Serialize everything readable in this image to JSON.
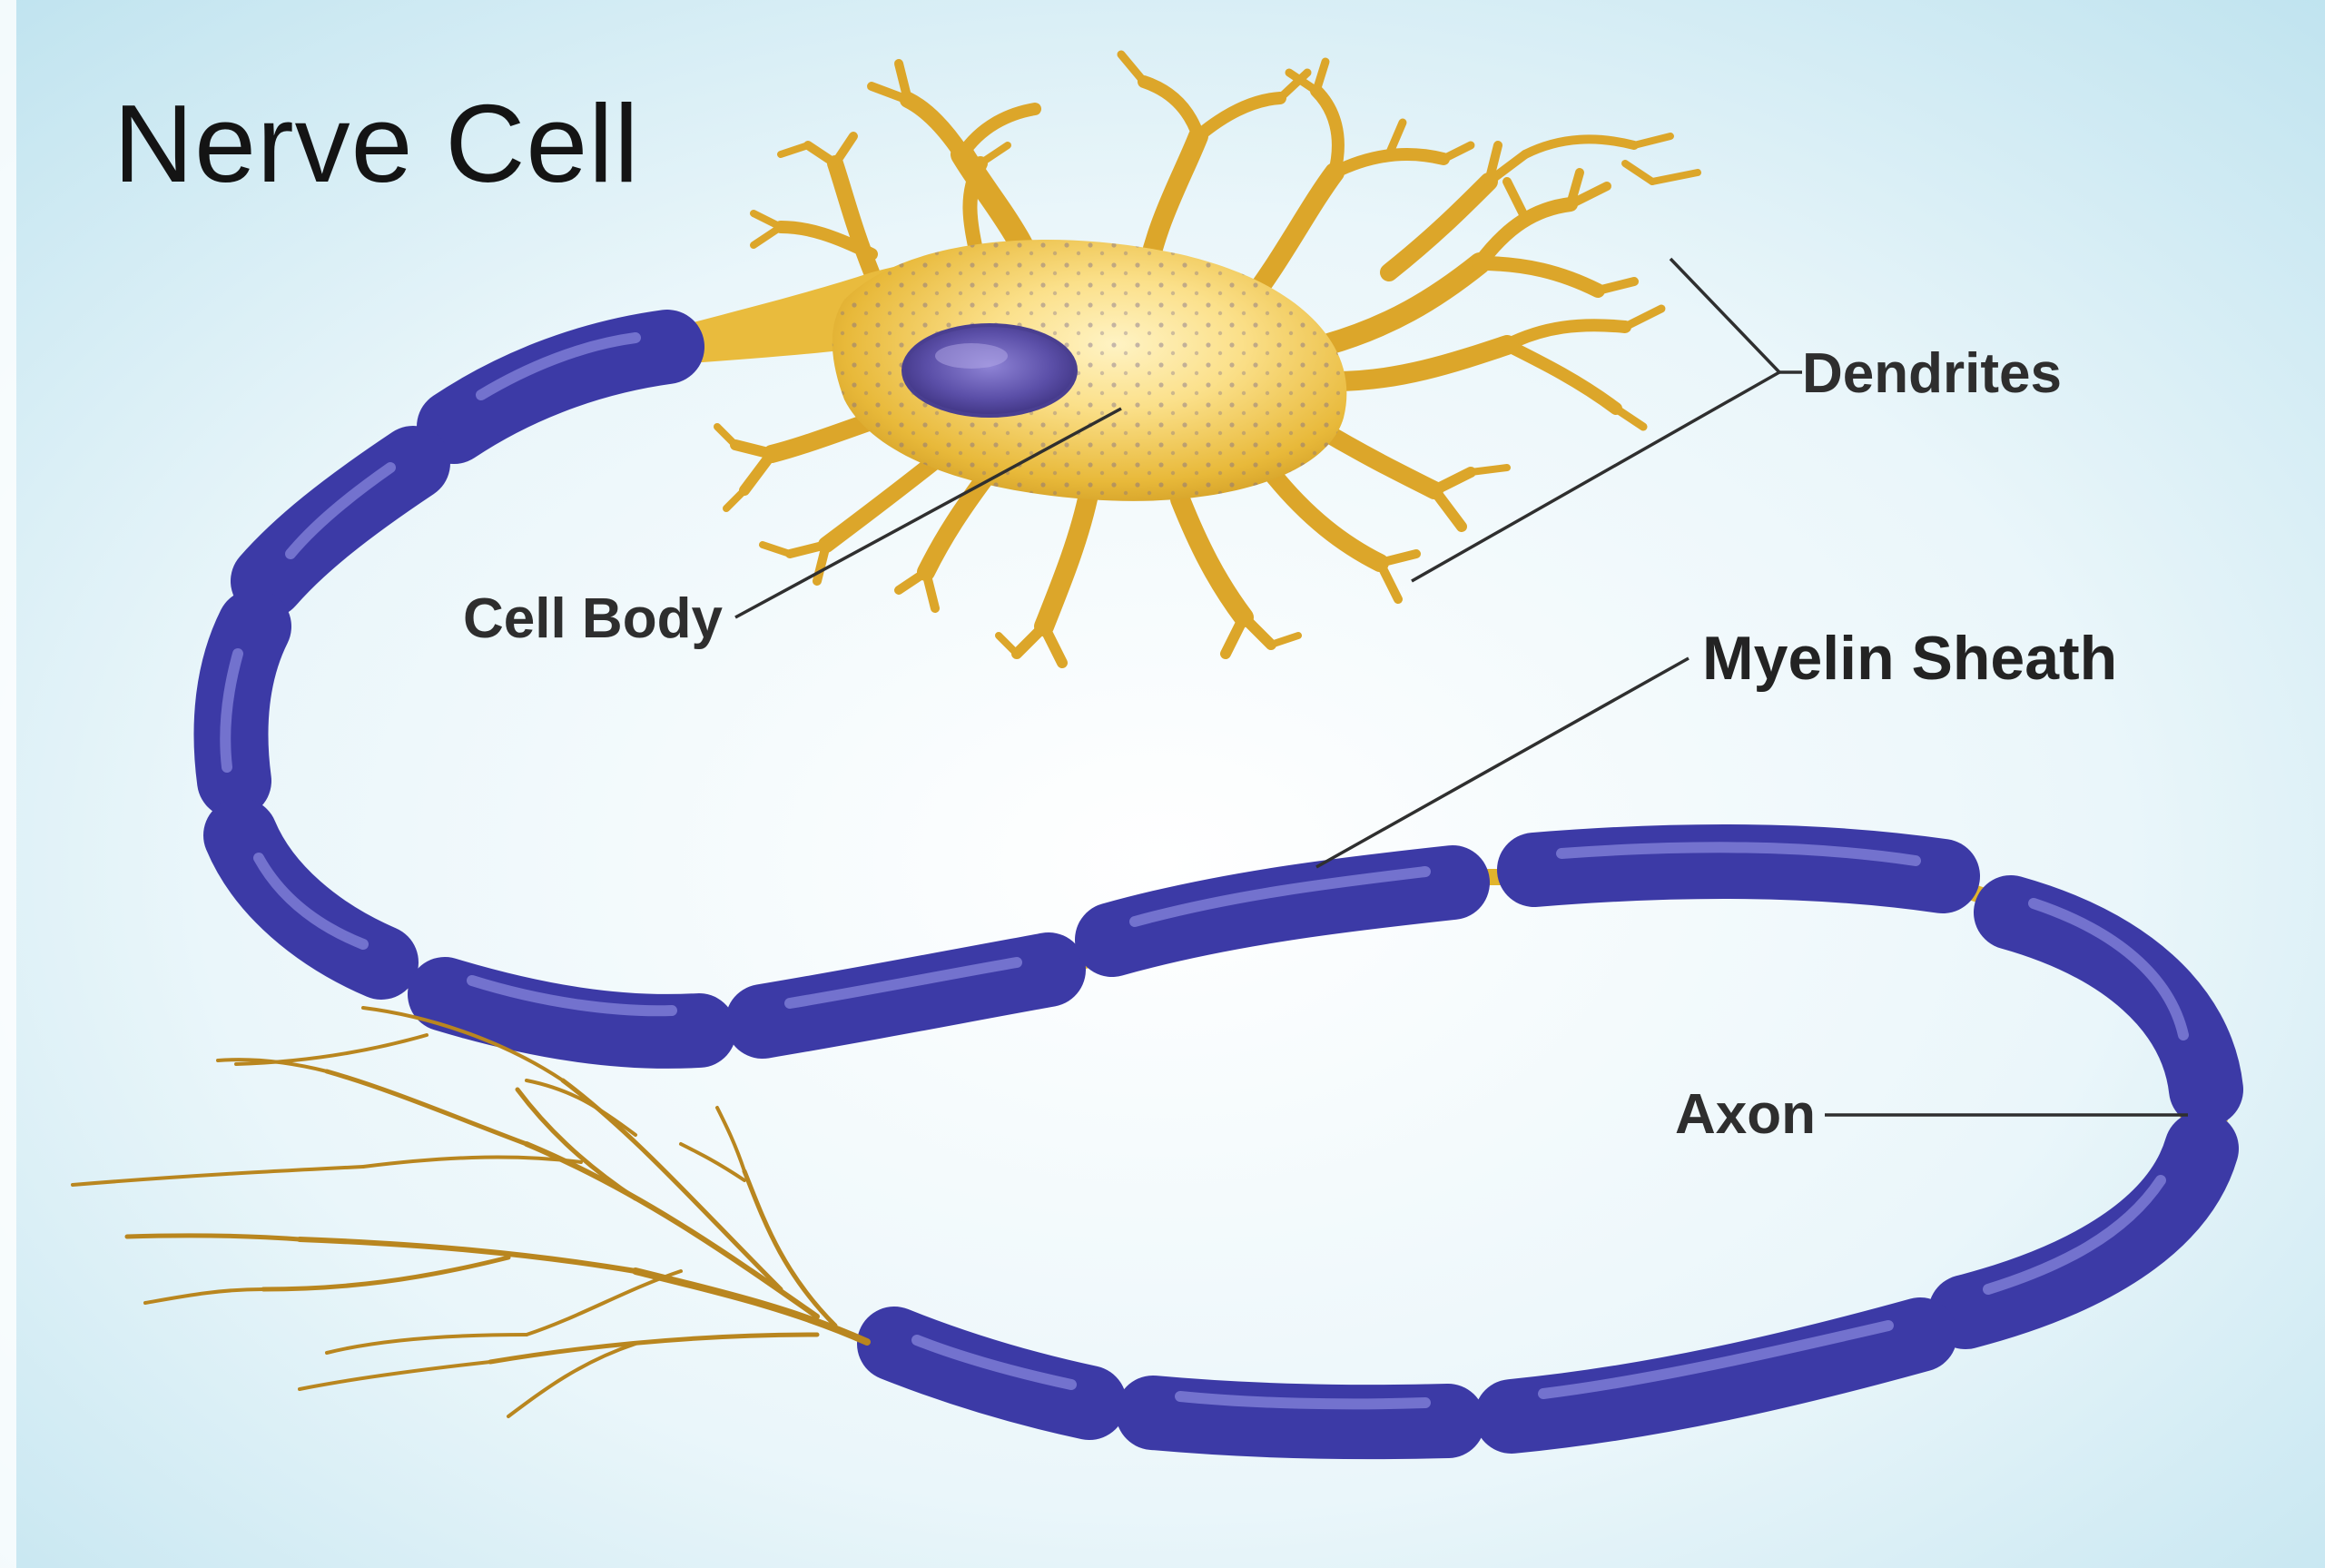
{
  "title": "Nerve Cell",
  "labels": {
    "dendrites": "Dendrites",
    "cell_body": "Cell Body",
    "myelin_sheath": "Myelin Sheath",
    "axon": "Axon"
  },
  "colors": {
    "background_center": "#ffffff",
    "background_edge": "#bfe3ef",
    "cell_body": "#e8b93a",
    "cell_body_highlight": "#fbe59a",
    "nucleus": "#5b4fa8",
    "myelin": "#3c3aa6",
    "myelin_highlight": "#8a8ae0",
    "axon_node": "#e1b42c",
    "axon_terminal": "#b9861f",
    "leader_line": "#2f2f2f"
  }
}
